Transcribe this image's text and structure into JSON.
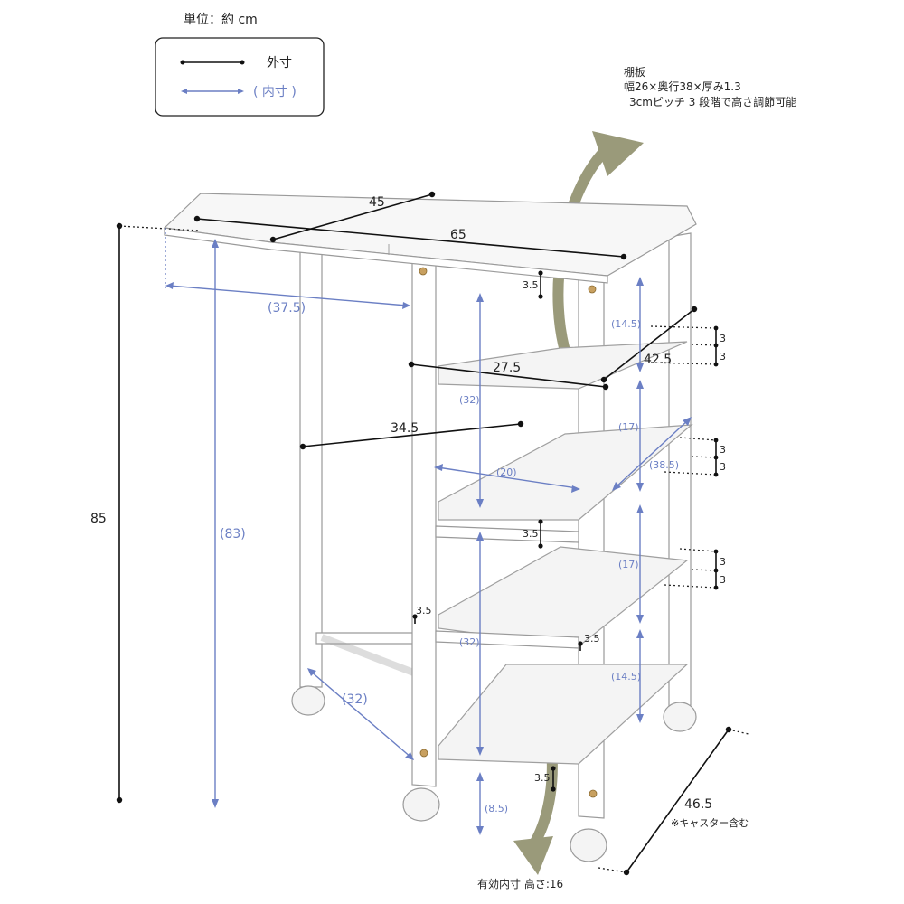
{
  "unit_label": "単位：約 cm",
  "legend": {
    "outer_label": "外寸",
    "inner_label": "( 内寸 )"
  },
  "shelf_note": {
    "line1": "棚板",
    "line2": "幅26×奥行38×厚み1.3",
    "line3": "3cmピッチ 3 段階で高さ調節可能"
  },
  "dims": {
    "top_depth": "45",
    "top_width": "65",
    "leaf_inner": "(37.5)",
    "leaf_overhang_depth": "34.5",
    "body_depth_top": "42.5",
    "shelf_width": "27.5",
    "shelf_inner_width": "(20)",
    "shelf_inner_depth": "(38.5)",
    "total_height": "85",
    "inner_height_leaf": "(83)",
    "leaf_leg_inner": "(32)",
    "upper_gap_left": "(32)",
    "lower_gap_left": "(32)",
    "gap_right_1": "(14.5)",
    "gap_right_2": "(17)",
    "gap_right_3": "(17)",
    "gap_right_4": "(14.5)",
    "bottom_gap": "(8.5)",
    "frame_thick_1": "3.5",
    "frame_thick_2": "3.5",
    "frame_thick_3": "3.5",
    "frame_thick_4": "3.5",
    "frame_thick_5": "3.5",
    "pitch": "3",
    "base_depth": "46.5",
    "caster_note": "※キャスター含む",
    "effective_height": "有効内寸 高さ:16"
  },
  "colors": {
    "outer_dim": "#111111",
    "inner_dim": "#6b7fc4",
    "arrow": "#9a9a7a"
  }
}
